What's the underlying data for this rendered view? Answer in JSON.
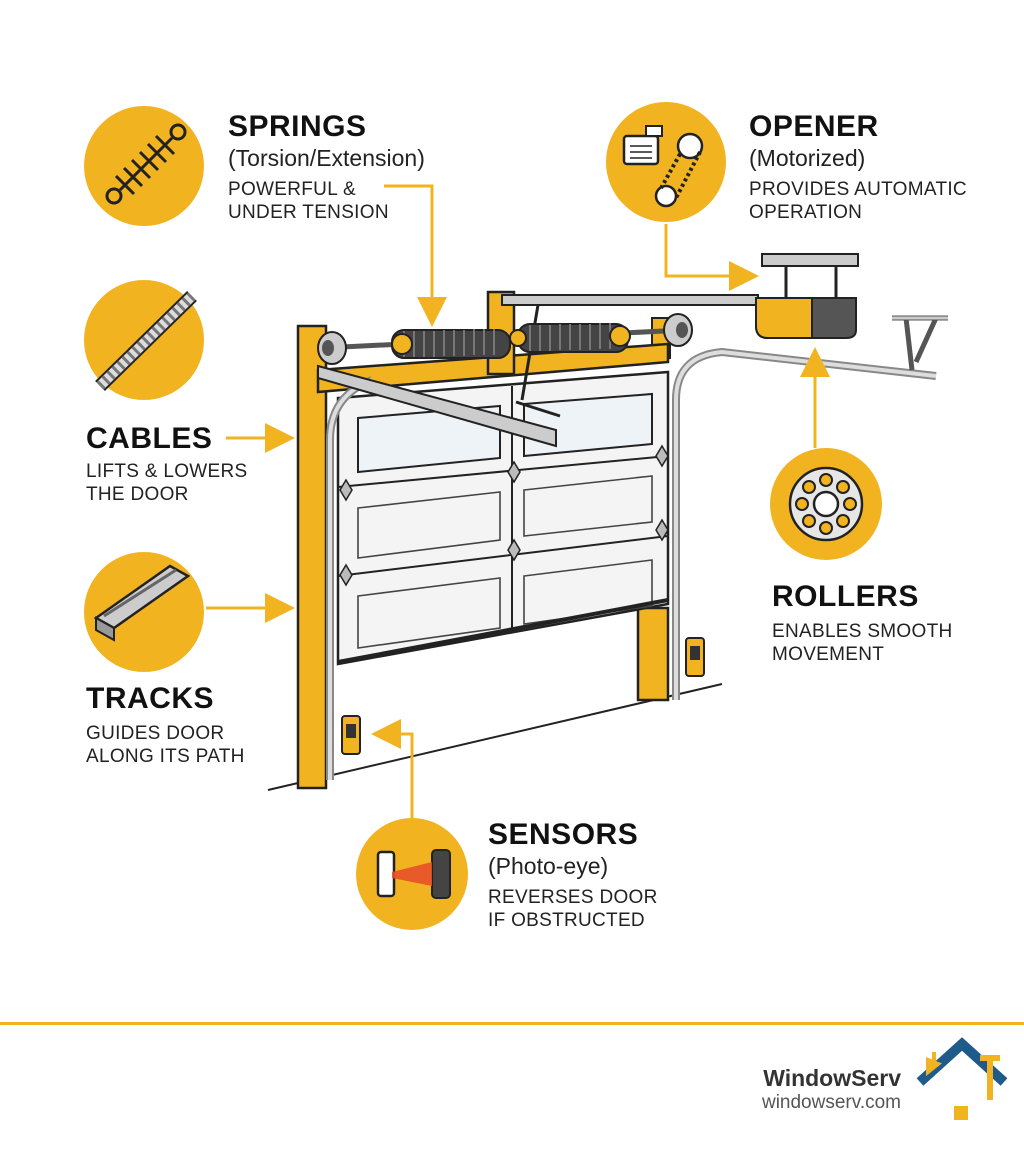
{
  "components": {
    "springs": {
      "title": "SPRINGS",
      "subtitle": "(Torsion/Extension)",
      "desc": [
        "POWERFUL &",
        "UNDER TENSION"
      ]
    },
    "opener": {
      "title": "OPENER",
      "subtitle": "(Motorized)",
      "desc": [
        "PROVIDES AUTOMATIC",
        "OPERATION"
      ]
    },
    "cables": {
      "title": "CABLES",
      "desc": [
        "LIFTS & LOWERS",
        "THE DOOR"
      ]
    },
    "rollers": {
      "title": "ROLLERS",
      "desc": [
        "ENABLES SMOOTH",
        "MOVEMENT"
      ]
    },
    "tracks": {
      "title": "TRACKS",
      "desc": [
        "GUIDES DOOR",
        "ALONG ITS PATH"
      ]
    },
    "sensors": {
      "title": "SENSORS",
      "subtitle": "(Photo-eye)",
      "desc": [
        "REVERSES DOOR",
        "IF OBSTRUCTED"
      ]
    }
  },
  "brand": {
    "name": "WindowServ",
    "url": "windowserv.com"
  },
  "colors": {
    "accent": "#F2B321",
    "dark": "#1a1a1a",
    "panel": "#f4f4f4",
    "steel": "#c9c9c9",
    "blue": "#1e5a8a"
  }
}
